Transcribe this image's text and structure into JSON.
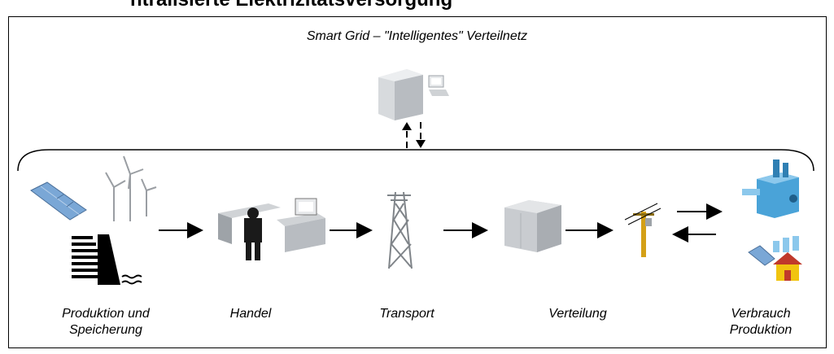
{
  "header": {
    "partial_text": "ntralisierte Elektrizitätsversorgung"
  },
  "title": "Smart Grid – \"Intelligentes\" Verteilnetz",
  "stages": [
    {
      "line1": "Produktion und",
      "line2": "Speicherung"
    },
    {
      "line1": "Handel",
      "line2": ""
    },
    {
      "line1": "Transport",
      "line2": ""
    },
    {
      "line1": "Verteilung",
      "line2": ""
    },
    {
      "line1": "Verbrauch",
      "line2": "Produktion"
    }
  ],
  "colors": {
    "building": "#c9ccd0",
    "building_shadow": "#9ea3a8",
    "pole": "#d4a017",
    "house_roof": "#c0392b",
    "house_wall": "#f1c40f",
    "factory": "#4aa3d8",
    "solar": "#7aa7d6"
  }
}
